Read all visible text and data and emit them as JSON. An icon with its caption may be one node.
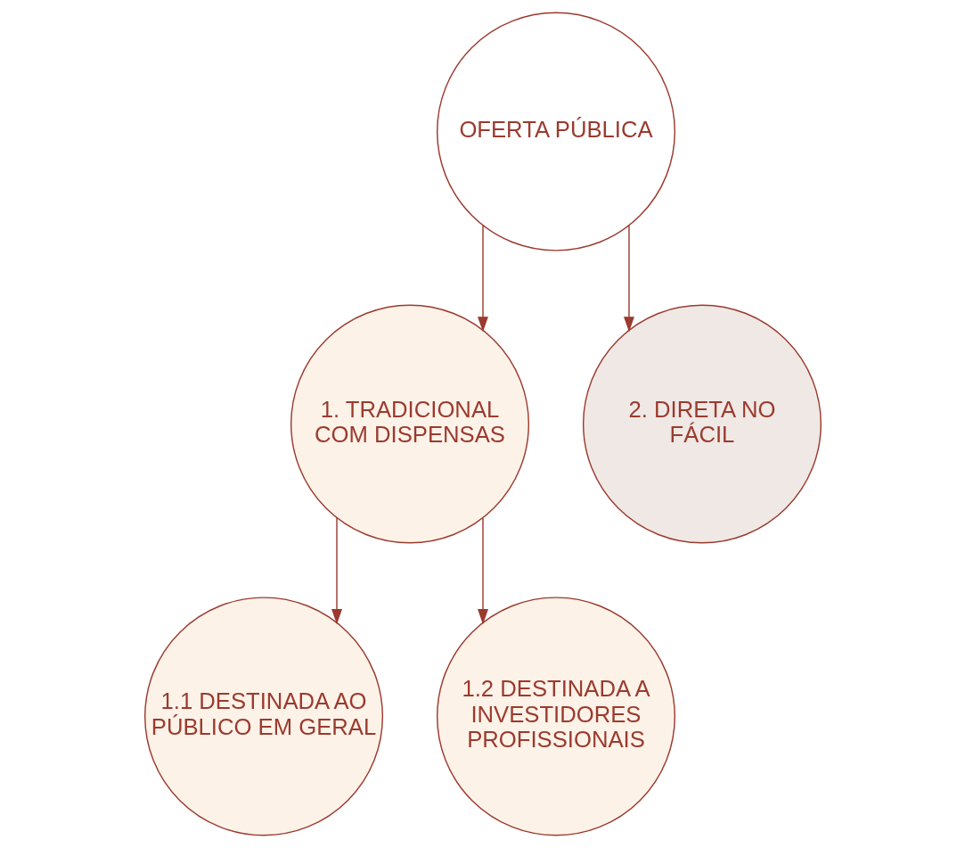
{
  "diagram": {
    "nodes": [
      {
        "text": [
          "OFERTA PÚBLICA"
        ]
      },
      {
        "text": [
          "1. TRADICIONAL COM DISPENSAS"
        ]
      },
      {
        "text": [
          "2. DIRETA NO FÁCIL"
        ]
      },
      {
        "text": [
          "1.1 DESTINADA AO PÚBLICO EM GERAL"
        ]
      },
      {
        "text": [
          "1.2 DESTINADA A INVESTIDORES PROFISSIONAIS"
        ]
      }
    ],
    "edges": [
      {
        "from": 0,
        "to": 1,
        "arrow": "to"
      },
      {
        "from": 0,
        "to": 2,
        "arrow": "to"
      },
      {
        "from": 1,
        "to": 3,
        "arrow": "to"
      },
      {
        "from": 1,
        "to": 4,
        "arrow": "to"
      }
    ]
  }
}
